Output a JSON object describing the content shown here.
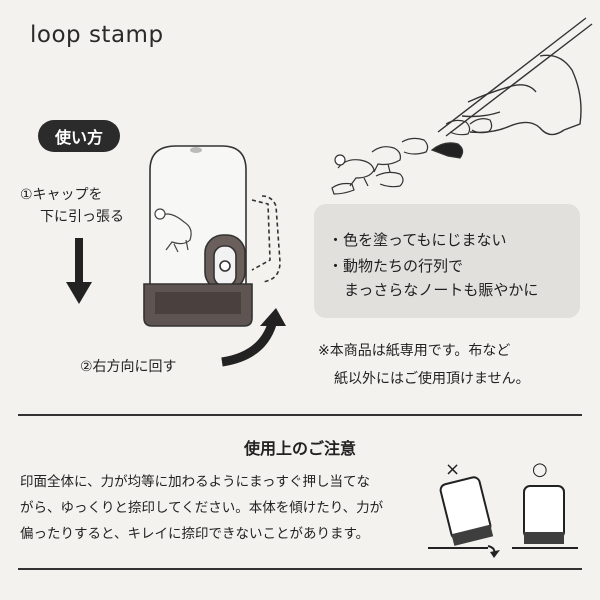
{
  "header": {
    "title": "loop stamp"
  },
  "usage": {
    "badge": "使い方",
    "step1_line1": "①キャップを",
    "step1_line2": "下に引っ張る",
    "step2": "②右方向に回す"
  },
  "features": {
    "item1": "・色を塗ってもにじまない",
    "item2": "・動物たちの行列で",
    "item3": "まっさらなノートも賑やかに"
  },
  "notes": {
    "line1": "※本商品は紙専用です。布など",
    "line2": "紙以外にはご使用頂けません。"
  },
  "caution": {
    "title": "使用上のご注意",
    "line1": "印面全体に、力が均等に加わるようにまっすぐ押し当てな",
    "line2": "がら、ゆっくりと捺印してください。本体を傾けたり、力が",
    "line3": "偏ったりすると、キレイに捺印できないことがあります。",
    "wrong_mark": "×",
    "right_mark": "○"
  },
  "colors": {
    "badge": "#2b2b2b",
    "feature_box": "#e1e0dd",
    "background": "#f3f2ef"
  }
}
